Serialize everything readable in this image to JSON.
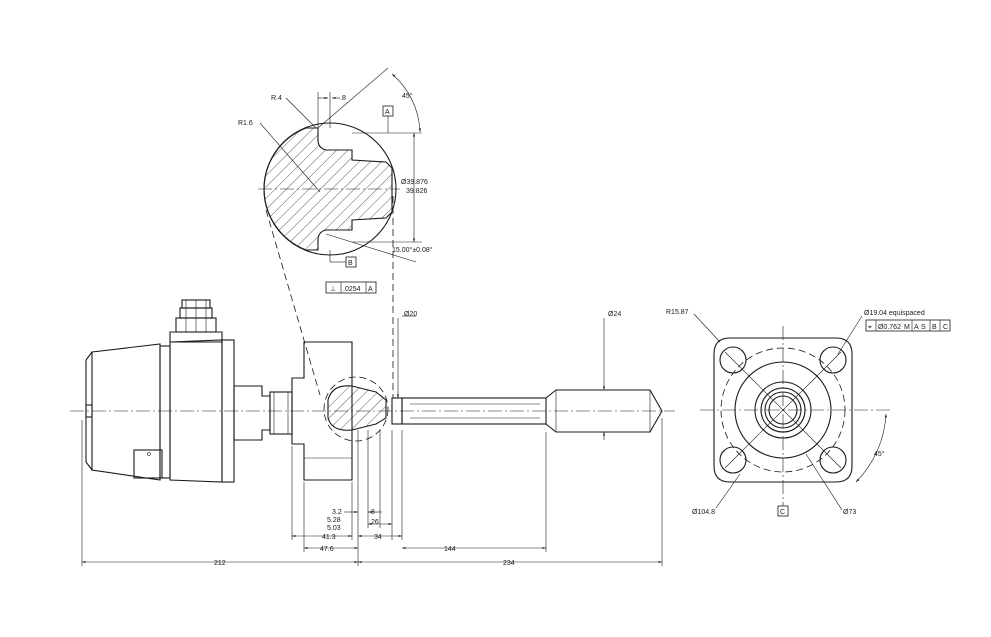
{
  "dimensions": {
    "r_top": "R.4",
    "gap_top": ".8",
    "angle_top": "45°",
    "datum_a": "A",
    "r_fillet": "R1.6",
    "dia_upper": "Ø39.876",
    "dia_lower": "39.826",
    "taper": "15.00°±0.08°",
    "datum_b": "B",
    "perp_sym": "⊥",
    "perp_tol": ".0254",
    "perp_ref": "A",
    "dia20": "Ø20",
    "dia24": "Ø24",
    "d_3_2": "3.2",
    "d_8": "8",
    "d_5_28": "5.28",
    "d_5_03": "5.03",
    "d_26": "26",
    "d_41_3": "41.3",
    "d_34": "34",
    "d_47_6": "47.6",
    "d_144": "144",
    "d_212": "212",
    "d_234": "234",
    "r_flange": "R15.87",
    "holes": "Ø19.04 equispaced",
    "pos_sym": "⌖",
    "pos_tol": "Ø0.762",
    "pos_mod": "M",
    "pos_a": "A",
    "pos_s": "S",
    "pos_b": "B",
    "pos_c": "C",
    "angle_flange": "45°",
    "dia104": "Ø104.8",
    "datum_c": "C",
    "dia73": "Ø73"
  }
}
